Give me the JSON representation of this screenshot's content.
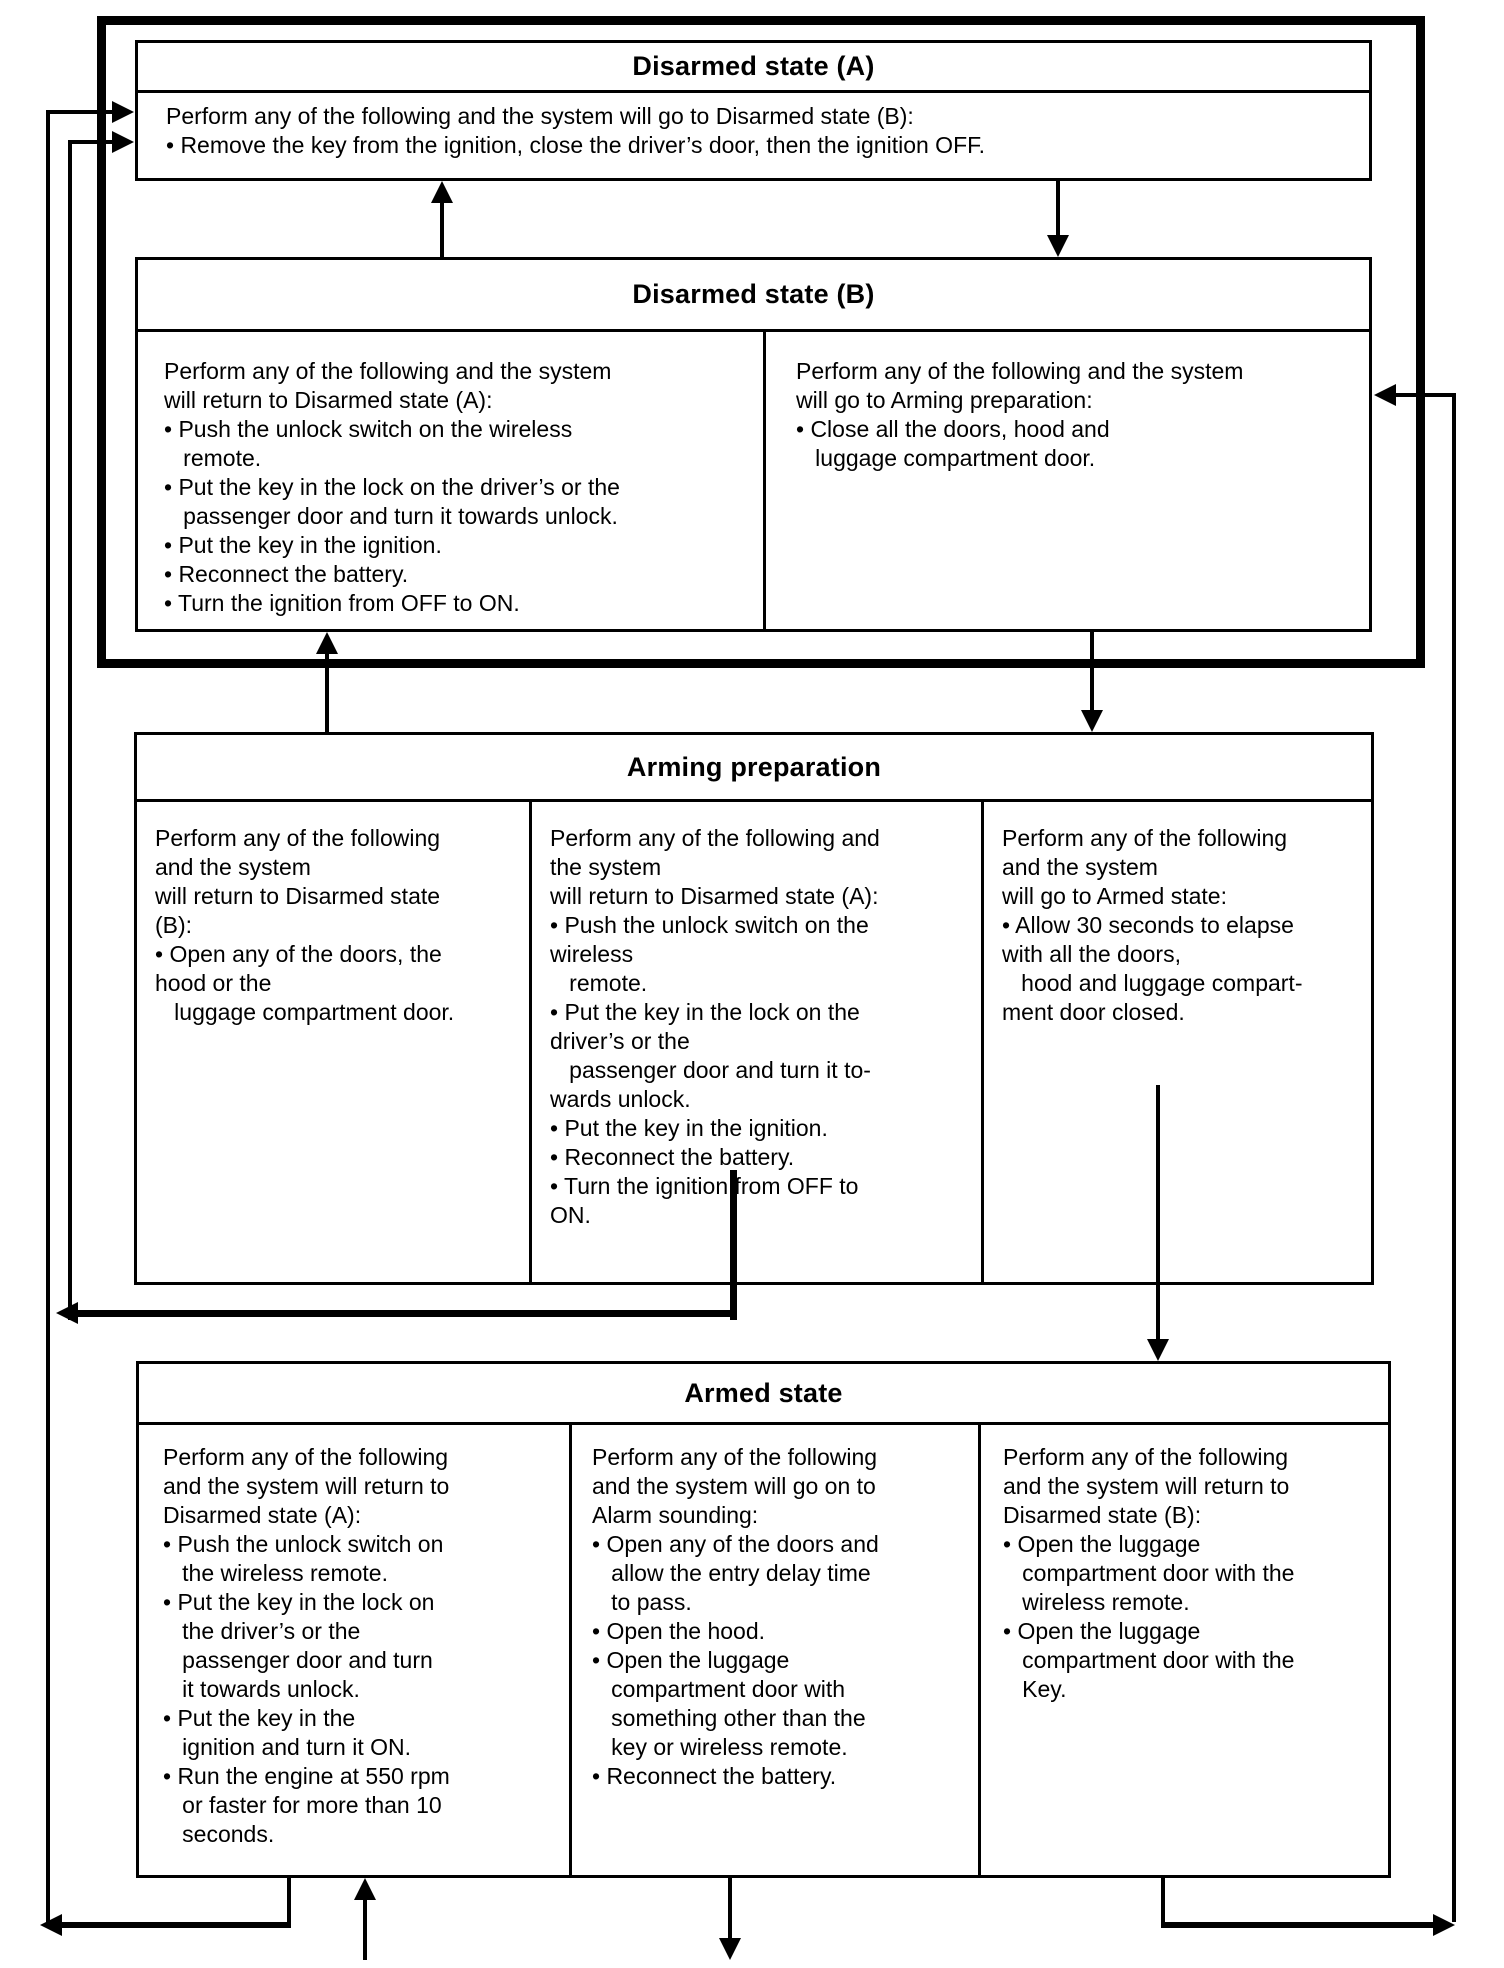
{
  "page": {
    "background": "#ffffff",
    "ink": "#000000",
    "description_not_shown_on_screen": null
  },
  "diagram": {
    "disarmed_a": {
      "title": "Disarmed state (A)",
      "body": [
        "Perform any of the following and the system will go to Disarmed state (B):",
        "• Remove the key from the ignition, close the driver’s door, then the ignition OFF."
      ]
    },
    "disarmed_b": {
      "title": "Disarmed state (B)",
      "col_return_to_a": [
        "Perform any of the following and the system",
        "will return to Disarmed state (A):",
        "• Push the unlock switch on the wireless",
        "   remote.",
        "• Put the key in the lock on the driver’s or the",
        "   passenger door and turn it towards unlock.",
        "• Put the key in the ignition.",
        "• Reconnect the battery.",
        "• Turn the ignition from OFF to ON."
      ],
      "col_to_arming": [
        "Perform any of the following and the system",
        "will go to Arming preparation:",
        "• Close all the doors, hood and",
        "   luggage compartment door."
      ]
    },
    "arming_preparation": {
      "title": "Arming preparation",
      "col_return_to_b": [
        "Perform any of the following",
        "and the system",
        "will return to Disarmed state",
        "(B):",
        "• Open any of the doors, the",
        "hood or the",
        "   luggage compartment door."
      ],
      "col_return_to_a": [
        "Perform any of the following and",
        "the system",
        "will return to Disarmed state (A):",
        "• Push the unlock switch on the",
        "wireless",
        "   remote.",
        "• Put the key in the lock on the",
        "driver’s or the",
        "   passenger door and turn it to-",
        "wards unlock.",
        "• Put the key in the ignition.",
        "• Reconnect the battery.",
        "• Turn the ignition from OFF to",
        "ON."
      ],
      "col_to_armed": [
        "Perform any of the following",
        "and the system",
        "will go to Armed state:",
        "• Allow 30 seconds to elapse",
        "with all the doors,",
        "   hood and luggage compart-",
        "ment door closed."
      ]
    },
    "armed_state": {
      "title": "Armed state",
      "col_return_to_a": [
        "Perform any of the following",
        "and the system will return to",
        "Disarmed state (A):",
        "• Push the unlock switch on",
        "   the wireless remote.",
        "• Put the key in the lock on",
        "   the driver’s or the",
        "   passenger door and turn",
        "   it towards unlock.",
        "• Put the key in the",
        "   ignition and turn it ON.",
        "• Run the engine at 550 rpm",
        "   or faster for more than 10",
        "   seconds."
      ],
      "col_to_alarm": [
        "Perform any of the following",
        "and the system will go on to",
        "Alarm sounding:",
        "• Open any of the doors and",
        "   allow the entry delay time",
        "   to pass.",
        "• Open the hood.",
        "• Open the luggage",
        "   compartment door with",
        "   something other than the",
        "   key or wireless remote.",
        "• Reconnect the battery."
      ],
      "col_return_to_b": [
        "Perform any of the following",
        "and the system will return to",
        "Disarmed state (B):",
        "• Open the luggage",
        "   compartment door with the",
        "   wireless remote.",
        "• Open the luggage",
        "   compartment door with the",
        "   Key."
      ]
    }
  }
}
